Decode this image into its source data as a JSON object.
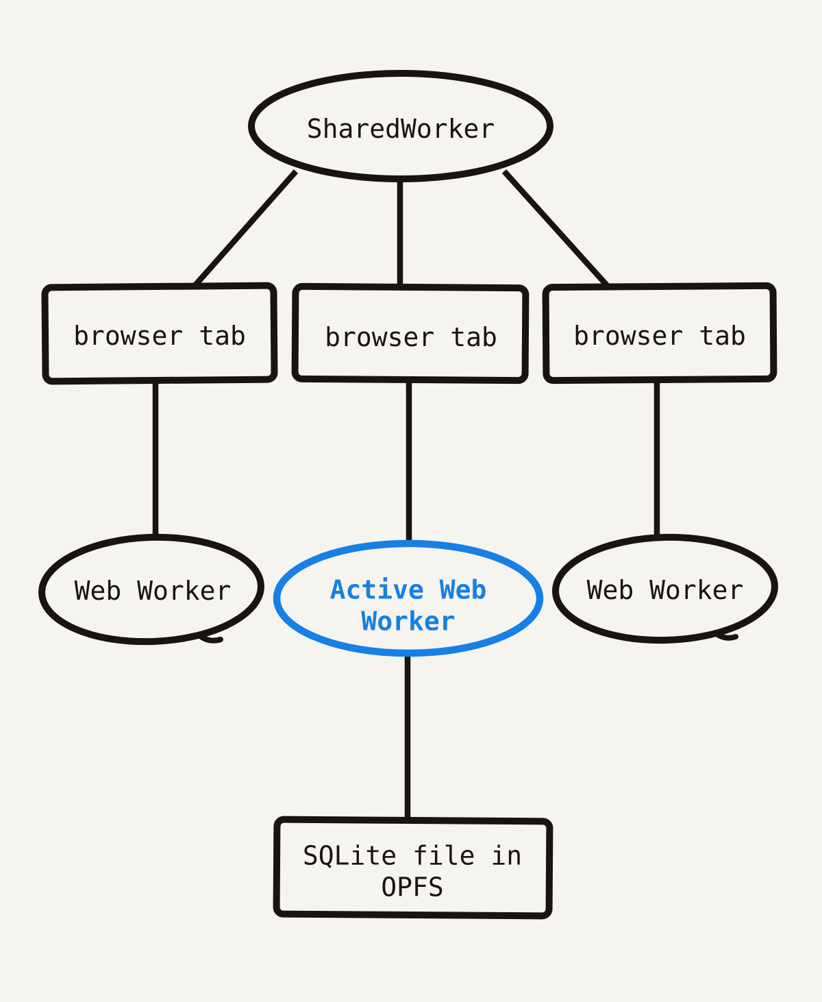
{
  "colors": {
    "background": "#f6f4ef",
    "ink": "#171411",
    "accent_blue": "#1680e4"
  },
  "nodes": {
    "shared_worker": {
      "label": "SharedWorker",
      "shape": "ellipse",
      "highlighted": false
    },
    "browser_tab_left": {
      "label": "browser tab",
      "shape": "rectangle",
      "highlighted": false
    },
    "browser_tab_middle": {
      "label": "browser tab",
      "shape": "rectangle",
      "highlighted": false
    },
    "browser_tab_right": {
      "label": "browser tab",
      "shape": "rectangle",
      "highlighted": false
    },
    "web_worker_left": {
      "label": "Web Worker",
      "shape": "ellipse",
      "highlighted": false
    },
    "active_web_worker": {
      "label": "Active Web Worker",
      "shape": "ellipse",
      "highlighted": true
    },
    "web_worker_right": {
      "label": "Web Worker",
      "shape": "ellipse",
      "highlighted": false
    },
    "sqlite_file": {
      "label": "SQLite file in OPFS",
      "shape": "rectangle",
      "highlighted": false
    }
  },
  "connections": [
    {
      "from": "shared_worker",
      "to": "browser_tab_left"
    },
    {
      "from": "shared_worker",
      "to": "browser_tab_middle"
    },
    {
      "from": "shared_worker",
      "to": "browser_tab_right"
    },
    {
      "from": "browser_tab_left",
      "to": "web_worker_left"
    },
    {
      "from": "browser_tab_middle",
      "to": "active_web_worker"
    },
    {
      "from": "browser_tab_right",
      "to": "web_worker_right"
    },
    {
      "from": "active_web_worker",
      "to": "sqlite_file"
    }
  ]
}
